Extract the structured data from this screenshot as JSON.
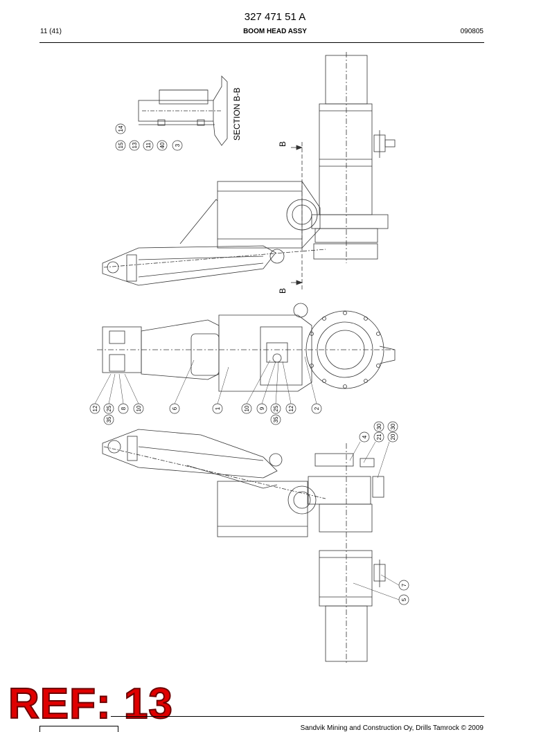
{
  "header": {
    "doc_number": "327 471 51 A",
    "page": "11 (41)",
    "title": "BOOM HEAD ASSY",
    "date_code": "090805"
  },
  "drawing": {
    "section_label": "SECTION B-B",
    "section_marker_top": "B",
    "section_marker_bottom": "B",
    "callouts_section": [
      "14",
      "15",
      "13",
      "11",
      "40",
      "3"
    ],
    "callouts_middle": [
      "12",
      "25",
      "8",
      "10",
      "6",
      "1",
      "10",
      "9",
      "25",
      "12",
      "2"
    ],
    "callouts_middle_extra": [
      "35",
      "35"
    ],
    "callouts_lower": [
      "4",
      "21",
      "30",
      "20",
      "30",
      "7",
      "5"
    ]
  },
  "stamp": {
    "text": "REF: 13"
  },
  "footer": {
    "copyright": "Sandvik Mining and Construction Oy, Drills Tamrock © 2009"
  }
}
